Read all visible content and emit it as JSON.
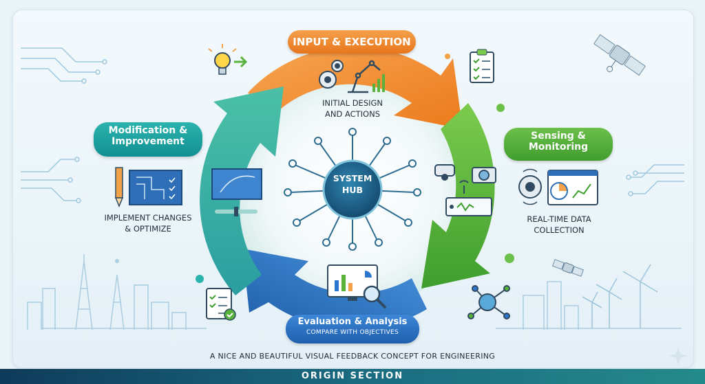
{
  "stages": {
    "input": {
      "title": "INPUT & EXECUTION",
      "label": "INITIAL DESIGN\nAND ACTIONS"
    },
    "sensing": {
      "title": "Sensing &\nMonitoring",
      "label": "REAL-TIME DATA\nCOLLECTION"
    },
    "evaluation": {
      "title": "Evaluation & Analysis",
      "label": "COMPARE WITH OBJECTIVES"
    },
    "modification": {
      "title": "Modification &\nImprovement",
      "label": "IMPLEMENT CHANGES\n& OPTIMIZE"
    }
  },
  "hub": {
    "label": "SYSTEM\nHUB"
  },
  "caption": "A NICE AND BEAUTIFUL VISUAL FEEDBACK CONCEPT FOR ENGINEERING",
  "footer": {
    "brand": "ORIGIN SECTION"
  },
  "colors": {
    "orange": "#ef8a2a",
    "green": "#58b23c",
    "blue": "#2b76cf",
    "teal": "#1aa3a0",
    "hub": "#1c5d86"
  }
}
